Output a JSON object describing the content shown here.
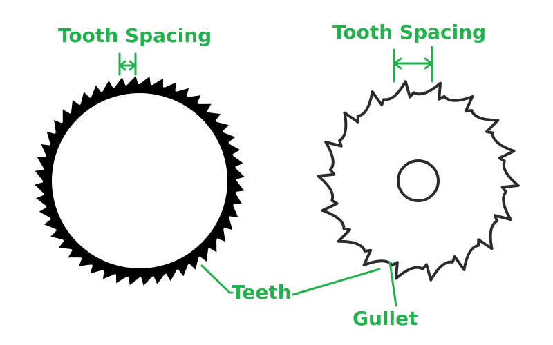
{
  "labels": {
    "tooth_spacing_left": "Tooth Spacing",
    "tooth_spacing_right": "Tooth Spacing",
    "teeth": "Teeth",
    "gullet": "Gullet"
  },
  "blades": {
    "fine_tooth_blade": {
      "tooth_count": 48
    },
    "coarse_tooth_blade": {
      "tooth_count": 18
    }
  },
  "colors": {
    "annotation": "#22b14c",
    "blade": "#000000",
    "outline": "#2b2b2b",
    "background": "#ffffff"
  }
}
